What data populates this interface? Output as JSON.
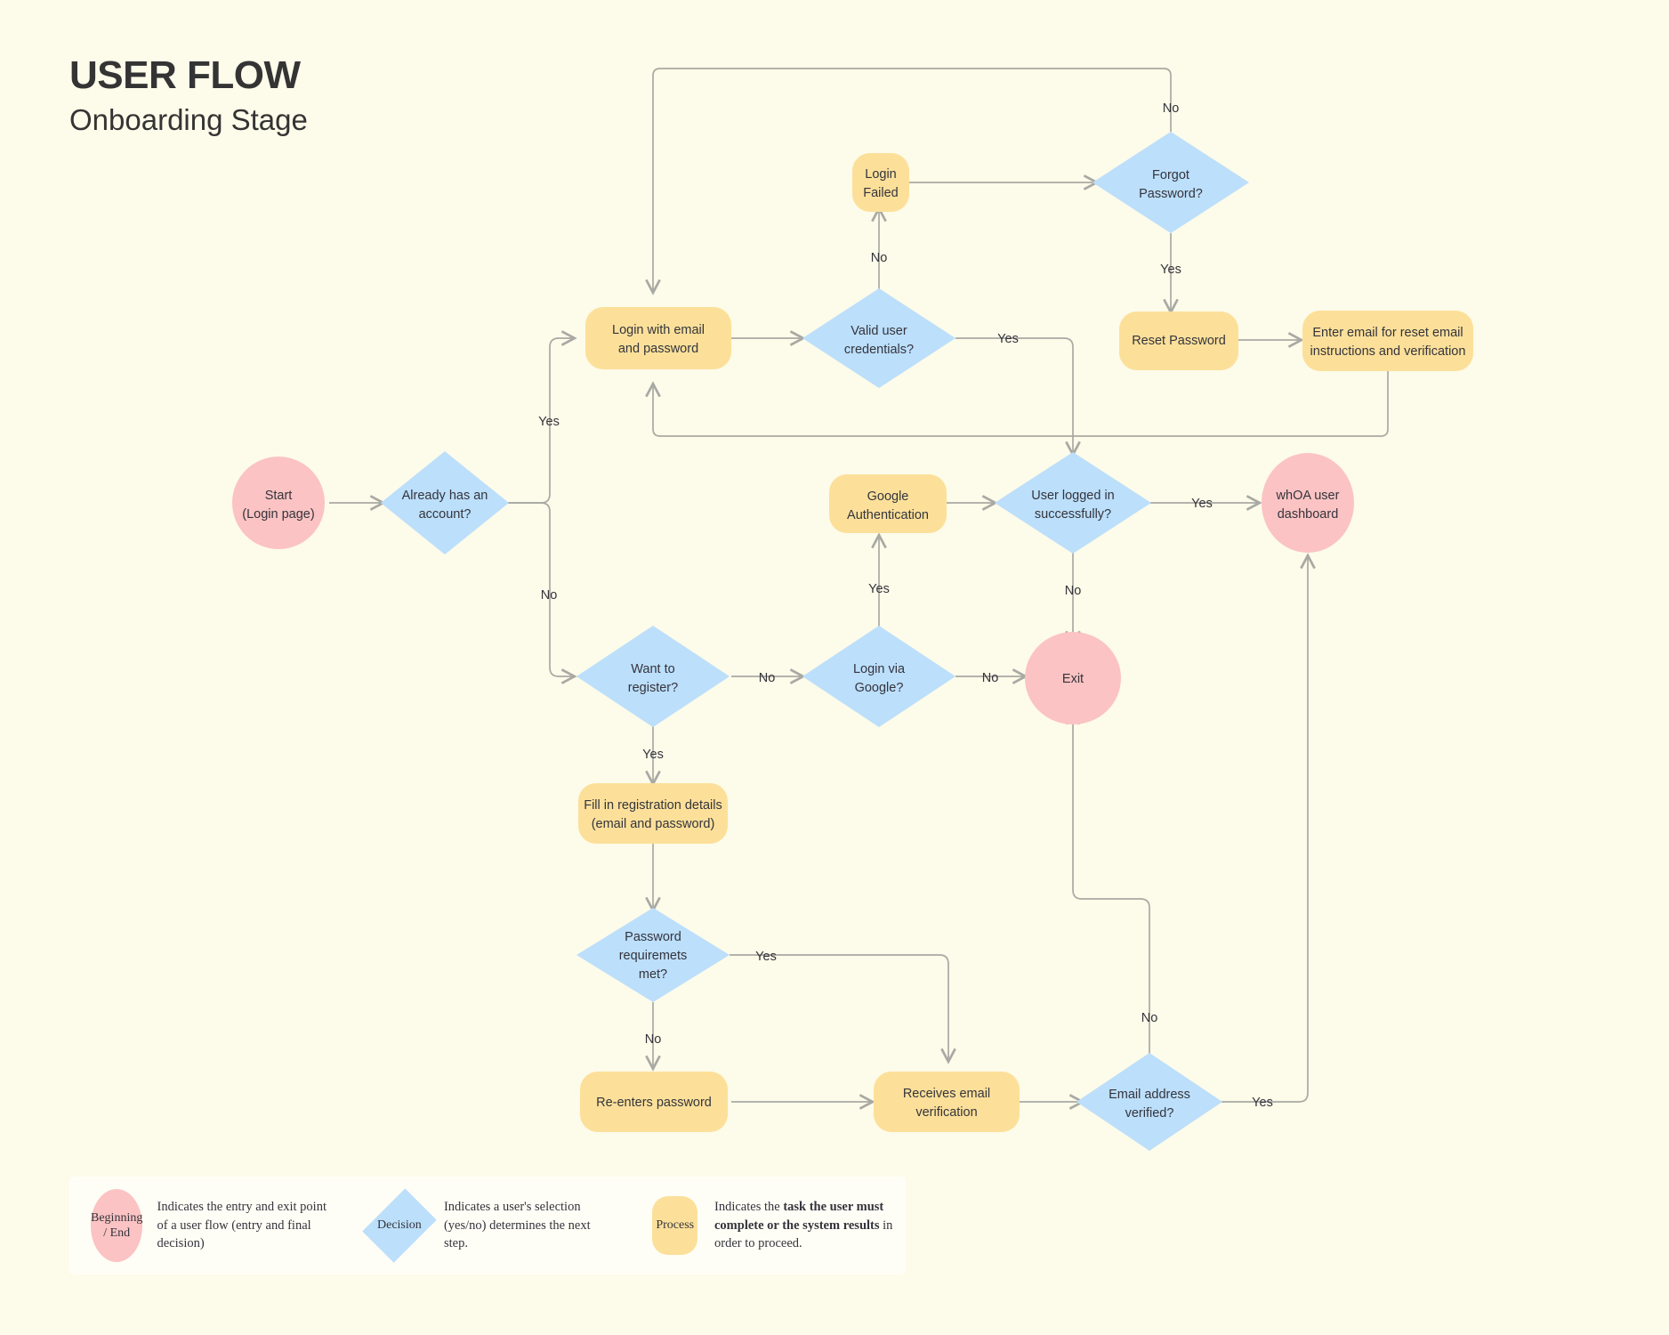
{
  "header": {
    "title": "USER FLOW",
    "subtitle": "Onboarding Stage"
  },
  "nodes": {
    "start": {
      "label_line1": "Start",
      "label_line2": "(Login page)",
      "type": "terminator"
    },
    "has_account": {
      "label_line1": "Already has an",
      "label_line2": "account?",
      "type": "decision"
    },
    "login": {
      "label_line1": "Login with email",
      "label_line2": "and password",
      "type": "process"
    },
    "valid_creds": {
      "label_line1": "Valid user",
      "label_line2": "credentials?",
      "type": "decision"
    },
    "login_failed": {
      "label_line1": "Login",
      "label_line2": "Failed",
      "type": "process"
    },
    "forgot_pw": {
      "label_line1": "Forgot",
      "label_line2": "Password?",
      "type": "decision"
    },
    "reset_pw": {
      "label_line1": "Reset Password",
      "label_line2": "",
      "type": "process"
    },
    "enter_email": {
      "label_line1": "Enter email for reset email",
      "label_line2": "instructions and verification",
      "type": "process"
    },
    "google_auth": {
      "label_line1": "Google",
      "label_line2": "Authentication",
      "type": "process"
    },
    "logged_in": {
      "label_line1": "User logged in",
      "label_line2": "successfully?",
      "type": "decision"
    },
    "dashboard": {
      "label_line1": "whOA user",
      "label_line2": "dashboard",
      "type": "terminator"
    },
    "want_reg": {
      "label_line1": "Want to",
      "label_line2": "register?",
      "type": "decision"
    },
    "login_google": {
      "label_line1": "Login via",
      "label_line2": "Google?",
      "type": "decision"
    },
    "exit": {
      "label_line1": "Exit",
      "label_line2": "",
      "type": "terminator"
    },
    "fill_reg": {
      "label_line1": "Fill in registration details",
      "label_line2": "(email and password)",
      "type": "process"
    },
    "pw_req": {
      "label_line1": "Password",
      "label_line2": "requiremets",
      "label_line3": "met?",
      "type": "decision"
    },
    "reenter_pw": {
      "label_line1": "Re-enters password",
      "label_line2": "",
      "type": "process"
    },
    "recv_email": {
      "label_line1": "Receives email",
      "label_line2": "verification",
      "type": "process"
    },
    "email_ver": {
      "label_line1": "Email address",
      "label_line2": "verified?",
      "type": "decision"
    }
  },
  "edge_labels": {
    "has_account_yes": "Yes",
    "has_account_no": "No",
    "valid_creds_yes": "Yes",
    "valid_creds_no": "No",
    "forgot_pw_no": "No",
    "forgot_pw_yes": "Yes",
    "logged_in_yes": "Yes",
    "logged_in_no": "No",
    "want_reg_no": "No",
    "want_reg_yes": "Yes",
    "login_google_yes": "Yes",
    "login_google_no": "No",
    "pw_req_yes": "Yes",
    "pw_req_no": "No",
    "email_ver_yes": "Yes",
    "email_ver_no": "No"
  },
  "legend": {
    "terminator": {
      "shape_line1": "Beginning",
      "shape_line2": "/ End",
      "desc": "Indicates the entry and exit point of a user flow (entry and final decision)"
    },
    "decision": {
      "shape_label": "Decision",
      "desc": "Indicates a user's selection (yes/no) determines the next step."
    },
    "process": {
      "shape_label": "Process",
      "desc_pre": "Indicates the ",
      "desc_bold": "task the user must complete or the system results",
      "desc_post": " in order to proceed."
    }
  },
  "colors": {
    "background": "#fdfbe9",
    "process": "#fce09a",
    "decision": "#bcdffb",
    "terminator": "#fbc3c3",
    "edge": "#a9a9a4",
    "text": "#34343c",
    "legend_panel": "#fffef6"
  }
}
